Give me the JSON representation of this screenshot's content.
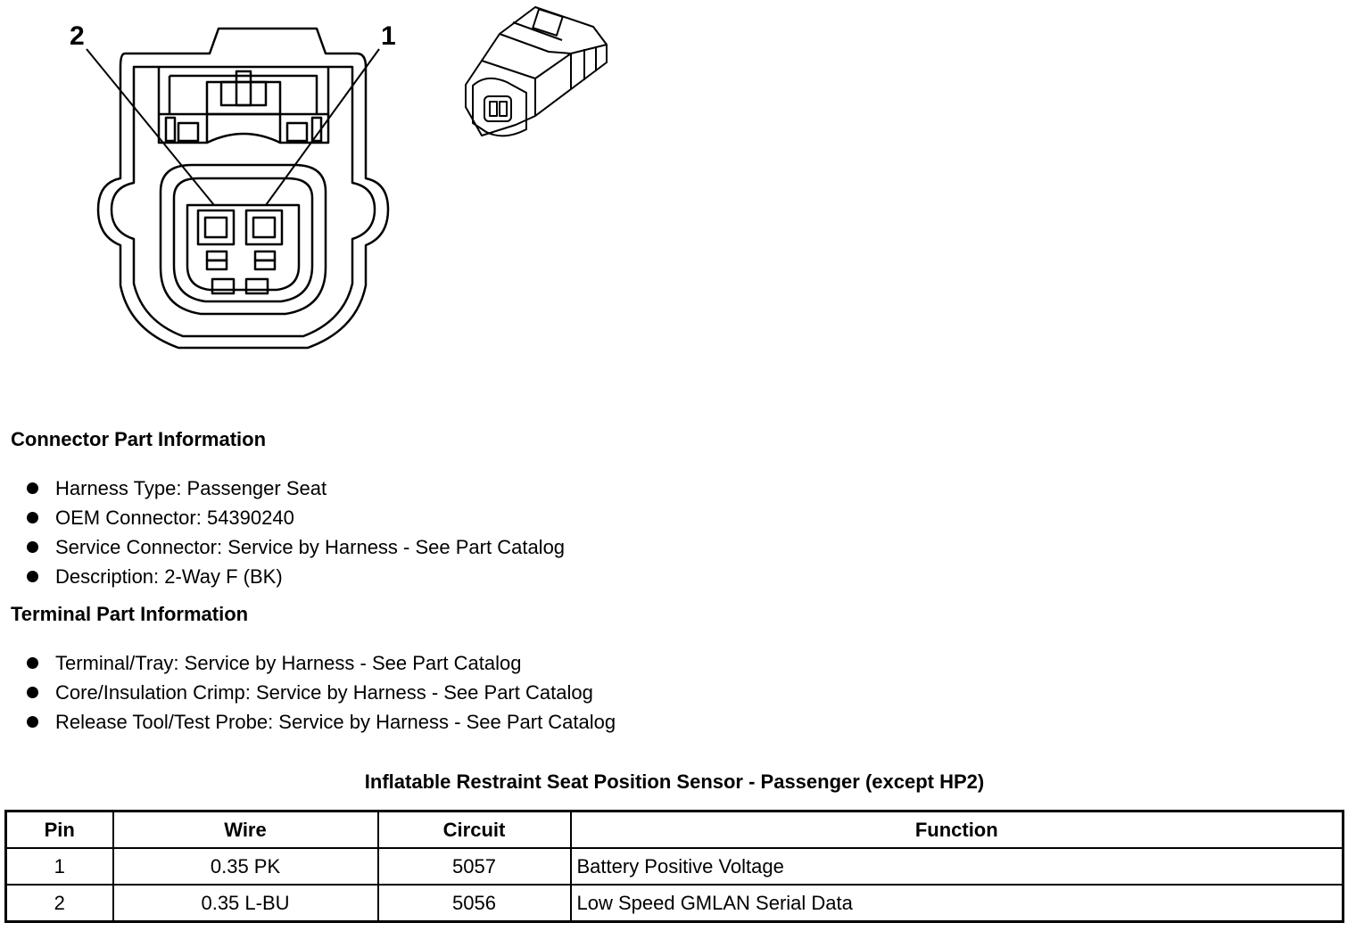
{
  "diagram": {
    "pin_labels": [
      "2",
      "1"
    ]
  },
  "connector_info": {
    "heading": "Connector Part Information",
    "items": [
      "Harness Type: Passenger Seat",
      "OEM Connector: 54390240",
      "Service Connector: Service by Harness - See Part Catalog",
      "Description: 2-Way F (BK)"
    ]
  },
  "terminal_info": {
    "heading": "Terminal Part Information",
    "items": [
      "Terminal/Tray: Service by Harness - See Part Catalog",
      "Core/Insulation Crimp: Service by Harness - See Part Catalog",
      "Release Tool/Test Probe: Service by Harness - See Part Catalog"
    ]
  },
  "table": {
    "title": "Inflatable Restraint Seat Position Sensor - Passenger (except HP2)",
    "headers": [
      "Pin",
      "Wire",
      "Circuit",
      "Function"
    ],
    "rows": [
      [
        "1",
        "0.35 PK",
        "5057",
        "Battery Positive Voltage"
      ],
      [
        "2",
        "0.35 L-BU",
        "5056",
        "Low Speed GMLAN Serial Data"
      ]
    ]
  }
}
